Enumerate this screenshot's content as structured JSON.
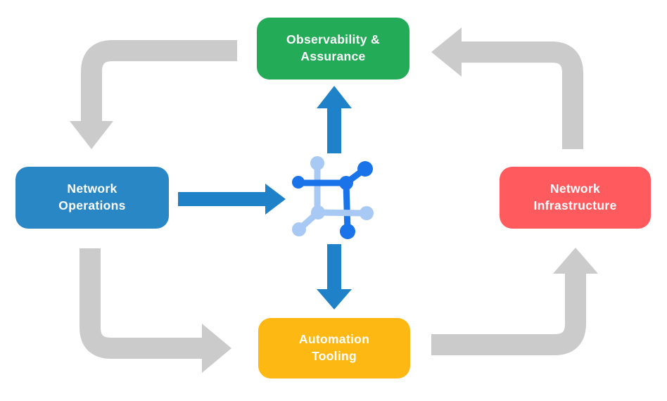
{
  "diagram": {
    "nodes": {
      "observability": {
        "lines": [
          "Observability &",
          "Assurance"
        ]
      },
      "operations": {
        "lines": [
          "Network",
          "Operations"
        ]
      },
      "infrastructure": {
        "lines": [
          "Network",
          "Infrastructure"
        ]
      },
      "automation": {
        "lines": [
          "Automation",
          "Tooling"
        ]
      }
    },
    "edges": [
      {
        "from": "observability",
        "to": "operations",
        "style": "flow"
      },
      {
        "from": "operations",
        "to": "automation",
        "style": "flow"
      },
      {
        "from": "automation",
        "to": "infrastructure",
        "style": "flow"
      },
      {
        "from": "infrastructure",
        "to": "observability",
        "style": "flow"
      },
      {
        "from": "operations",
        "to": "core",
        "style": "core"
      },
      {
        "from": "core",
        "to": "observability",
        "style": "core"
      },
      {
        "from": "core",
        "to": "automation",
        "style": "core"
      }
    ],
    "center_icon": "network-automation-icon"
  },
  "colors": {
    "observability": "#23AB57",
    "operations": "#2A87C6",
    "infrastructure": "#FF5A5E",
    "automation": "#FDB813",
    "flow_arrow": "#CBCBCB",
    "core_arrow": "#1F82C9",
    "icon_primary": "#1A73E8",
    "icon_light": "#A9C9F5",
    "text": "#FFFFFF",
    "background": "#FFFFFF"
  }
}
